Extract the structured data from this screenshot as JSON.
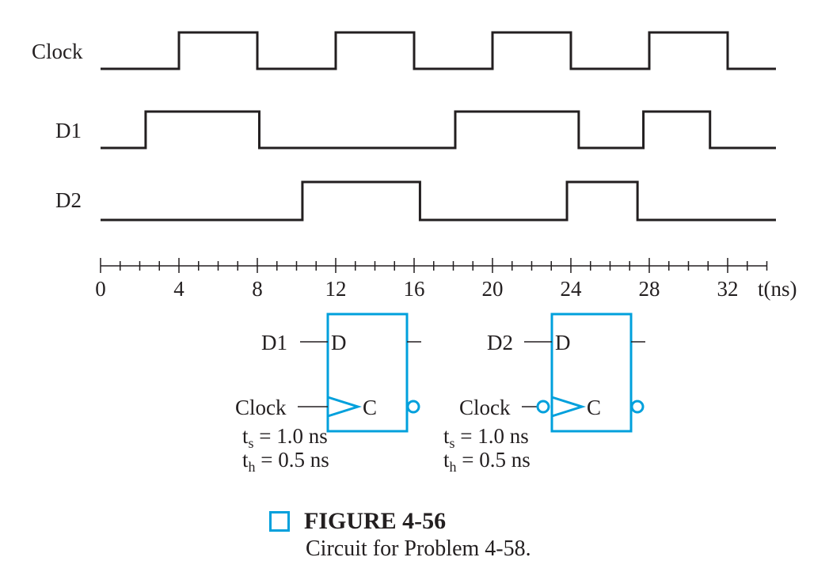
{
  "timing": {
    "signals": [
      {
        "name": "Clock",
        "initial": 0,
        "transitions": [
          4,
          8,
          12,
          16,
          20,
          24,
          28,
          32
        ]
      },
      {
        "name": "D1",
        "initial": 0,
        "transitions": [
          2.3,
          8.1,
          18.1,
          24.4,
          27.7,
          31.1
        ]
      },
      {
        "name": "D2",
        "initial": 0,
        "transitions": [
          10.3,
          16.3,
          23.8,
          27.4
        ]
      }
    ],
    "t_range": [
      0,
      34
    ],
    "axis_ticks": [
      "0",
      "4",
      "8",
      "12",
      "16",
      "20",
      "24",
      "28",
      "32"
    ],
    "axis_unit_label": "t(ns)"
  },
  "flipflops": [
    {
      "d_input": "D1",
      "clock_input": "Clock",
      "d_pin": "D",
      "c_pin": "C",
      "clock_inverted": false,
      "ts_sym": "t",
      "ts_sub": "s",
      "ts_val": " = 1.0 ns",
      "th_sym": "t",
      "th_sub": "h",
      "th_val": " = 0.5 ns"
    },
    {
      "d_input": "D2",
      "clock_input": "Clock",
      "d_pin": "D",
      "c_pin": "C",
      "clock_inverted": true,
      "ts_sym": "t",
      "ts_sub": "s",
      "ts_val": " = 1.0 ns",
      "th_sym": "t",
      "th_sub": "h",
      "th_val": " = 0.5 ns"
    }
  ],
  "caption": {
    "title": "FIGURE 4-56",
    "text": "Circuit for Problem 4-58."
  },
  "colors": {
    "waveform": "#231f20",
    "flipflop": "#00a0dc"
  }
}
